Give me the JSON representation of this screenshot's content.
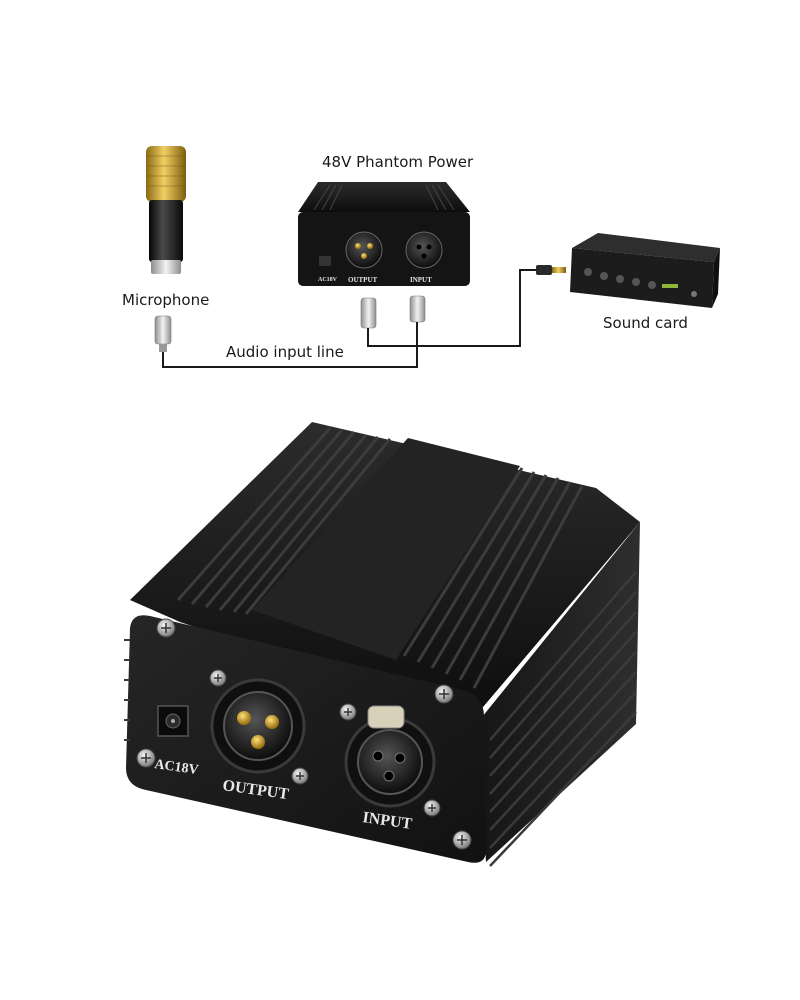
{
  "diagram": {
    "microphone_label": "Microphone",
    "phantom_label": "48V Phantom Power",
    "soundcard_label": "Sound card",
    "cable_label": "Audio input line",
    "small_box": {
      "ac_label": "AC18V",
      "output_label": "OUTPUT",
      "input_label": "INPUT"
    }
  },
  "product": {
    "ac_label": "AC18V",
    "output_label": "OUTPUT",
    "input_label": "INPUT"
  },
  "colors": {
    "mic_gold": "#c9a227",
    "box_black": "#1b1b1b",
    "cable": "#1a1a1a"
  }
}
